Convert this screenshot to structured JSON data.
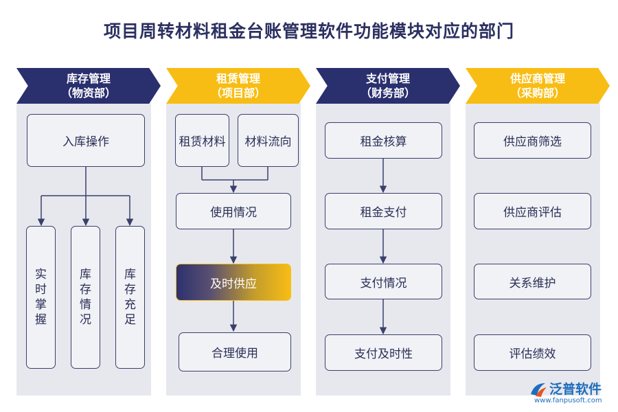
{
  "title": "项目周转材料租金台账管理软件功能模块对应的部门",
  "columns": [
    {
      "title": "库存管理",
      "dept": "（物资部）"
    },
    {
      "title": "租赁管理",
      "dept": "（项目部）"
    },
    {
      "title": "支付管理",
      "dept": "（财务部）"
    },
    {
      "title": "供应商管理",
      "dept": "（采购部）"
    }
  ],
  "col1": {
    "top": "入库操作",
    "sub": [
      [
        "实",
        "时",
        "掌",
        "握"
      ],
      [
        "库",
        "存",
        "情",
        "况"
      ],
      [
        "库",
        "存",
        "充",
        "足"
      ]
    ]
  },
  "col2": {
    "top_left": "租赁材料",
    "top_right": "材料流向",
    "step2": "使用情况",
    "step3": "及时供应",
    "step4": "合理使用"
  },
  "col3": [
    "租金核算",
    "租金支付",
    "支付情况",
    "支付及时性"
  ],
  "col4": [
    "供应商筛选",
    "供应商评估",
    "关系维护",
    "评估绩效"
  ],
  "logo": {
    "name": "泛普软件",
    "url": "www.fanpusoft.com"
  },
  "colors": {
    "navy": "#2a2f6e",
    "gold": "#f8bd14",
    "panel": "#e6e8ee",
    "box_border": "#3a3f6c"
  }
}
